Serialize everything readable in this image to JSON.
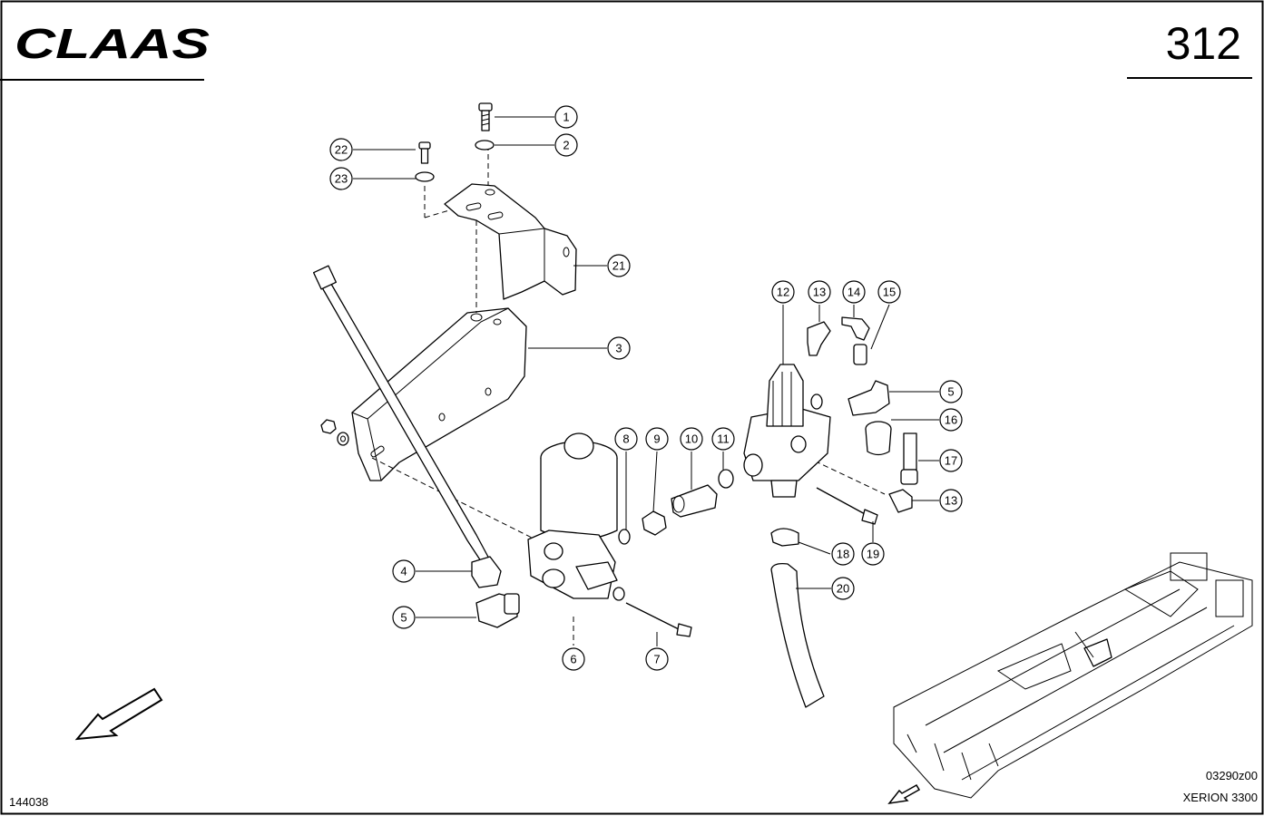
{
  "header": {
    "brand": "CLAAS",
    "page_number": "312"
  },
  "footer": {
    "drawing_id": "144038",
    "figure_code": "03290z00",
    "model": "XERION 3300"
  },
  "callouts": [
    {
      "id": "c1",
      "label": "1"
    },
    {
      "id": "c2",
      "label": "2"
    },
    {
      "id": "c3",
      "label": "3"
    },
    {
      "id": "c4",
      "label": "4"
    },
    {
      "id": "c5a",
      "label": "5"
    },
    {
      "id": "c5b",
      "label": "5"
    },
    {
      "id": "c6",
      "label": "6"
    },
    {
      "id": "c7",
      "label": "7"
    },
    {
      "id": "c8",
      "label": "8"
    },
    {
      "id": "c9",
      "label": "9"
    },
    {
      "id": "c10",
      "label": "10"
    },
    {
      "id": "c11",
      "label": "11"
    },
    {
      "id": "c12",
      "label": "12"
    },
    {
      "id": "c13a",
      "label": "13"
    },
    {
      "id": "c13b",
      "label": "13"
    },
    {
      "id": "c14",
      "label": "14"
    },
    {
      "id": "c15",
      "label": "15"
    },
    {
      "id": "c16",
      "label": "16"
    },
    {
      "id": "c17",
      "label": "17"
    },
    {
      "id": "c18",
      "label": "18"
    },
    {
      "id": "c19",
      "label": "19"
    },
    {
      "id": "c20",
      "label": "20"
    },
    {
      "id": "c21",
      "label": "21"
    },
    {
      "id": "c22",
      "label": "22"
    },
    {
      "id": "c23",
      "label": "23"
    }
  ]
}
